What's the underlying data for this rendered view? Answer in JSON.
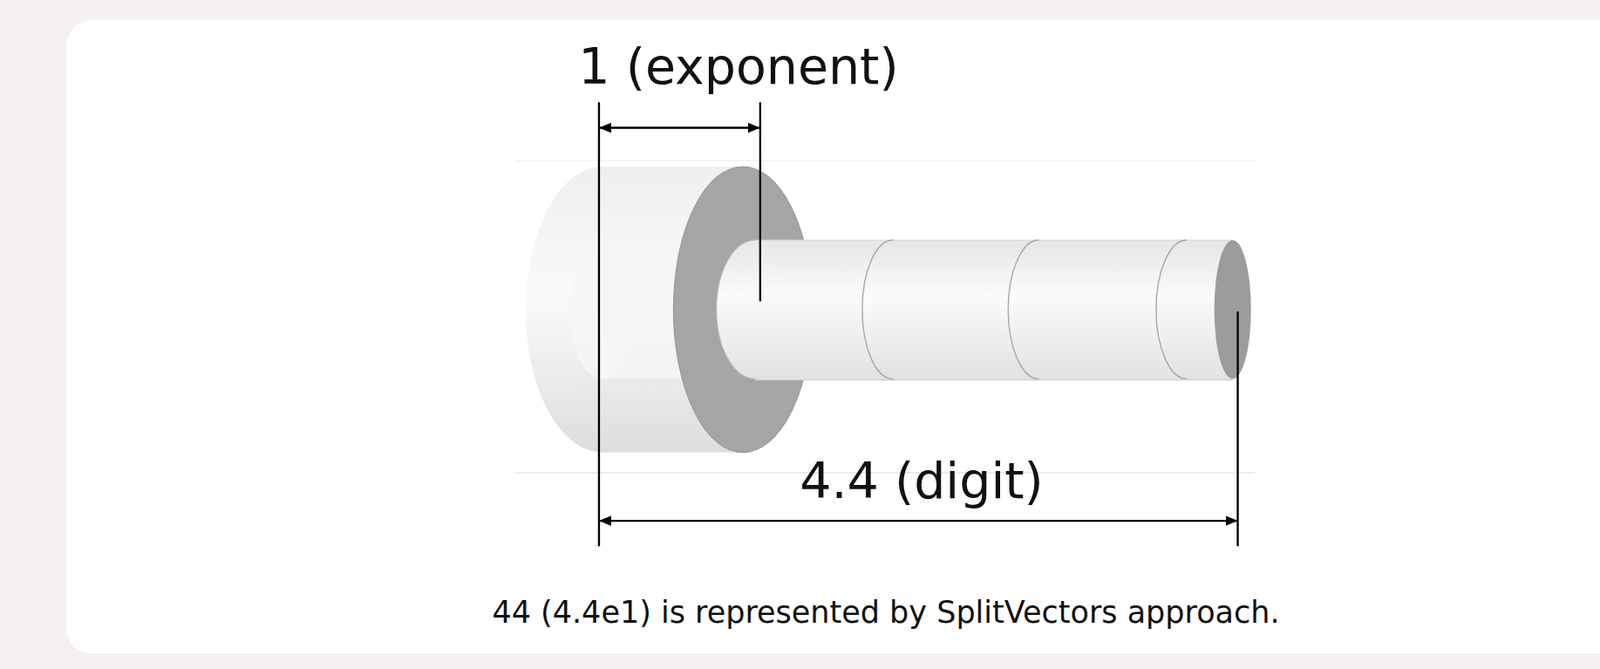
{
  "diagram": {
    "caption": "44 (4.4e1) is represented by SplitVectors approach.",
    "labels": [
      "1 (exponent)",
      "4.4 (digit)"
    ]
  }
}
